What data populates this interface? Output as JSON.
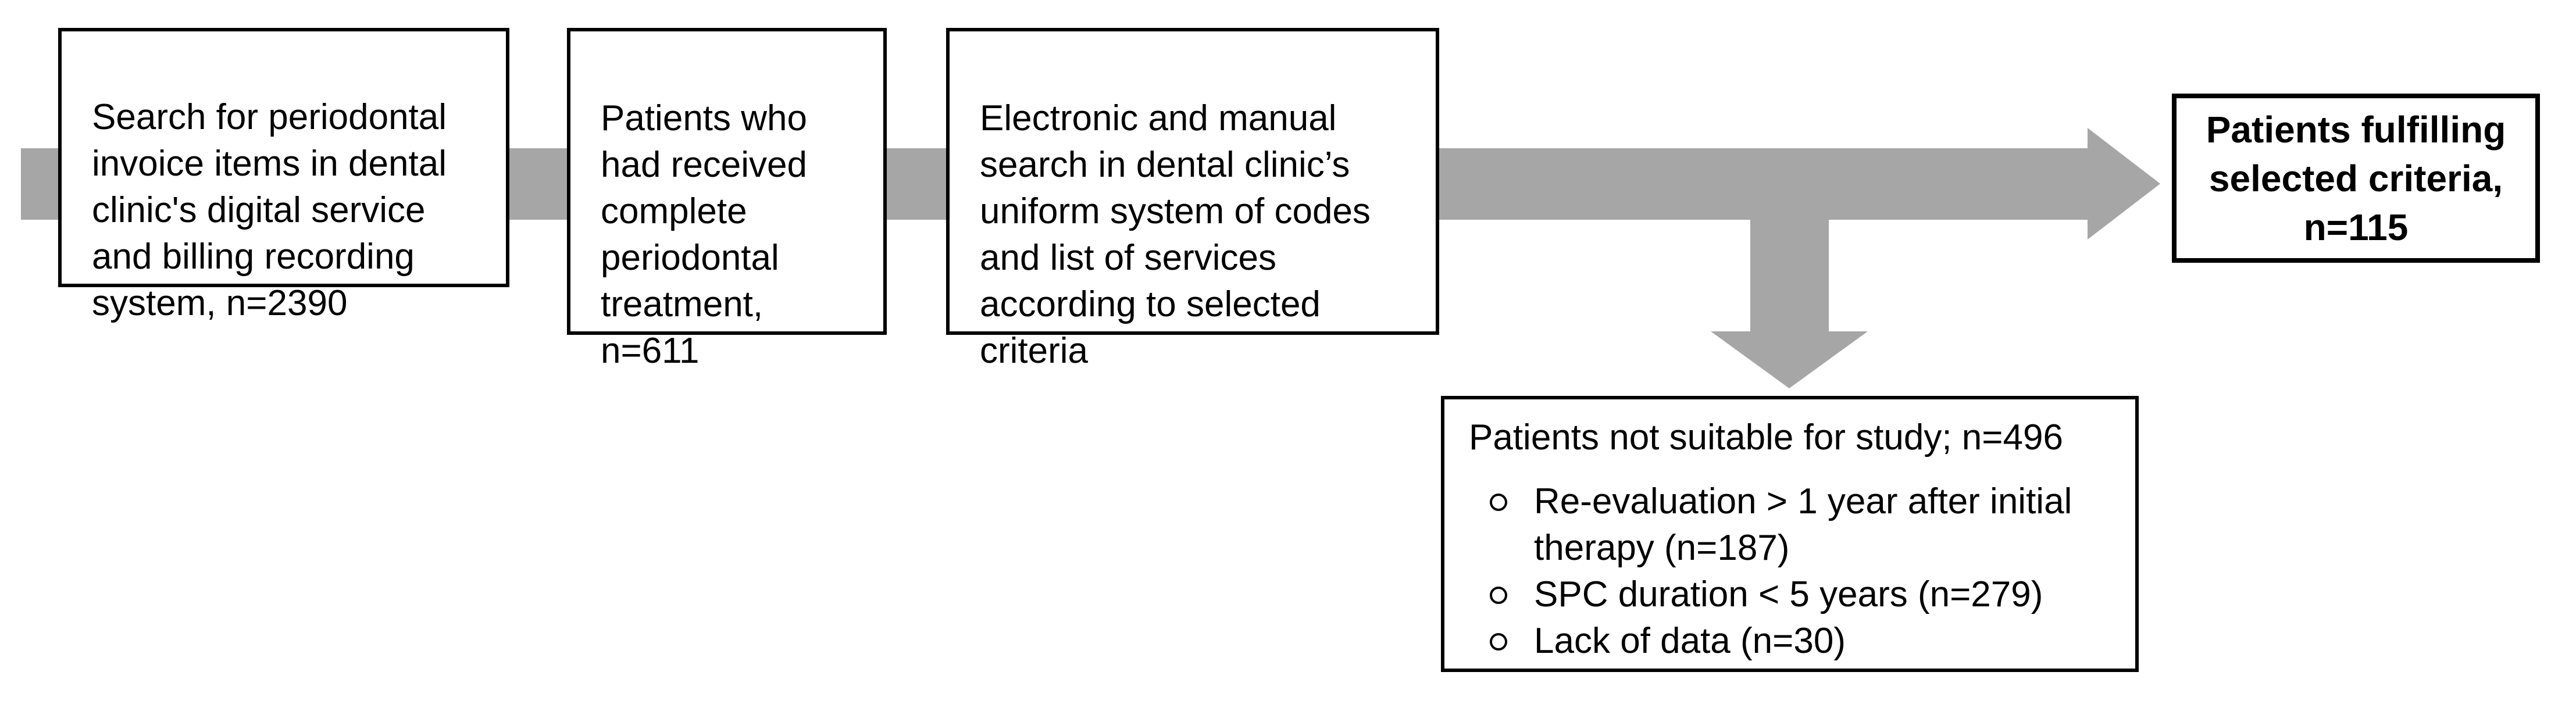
{
  "figure": {
    "type": "flowchart",
    "description": "Patient selection flow diagram"
  },
  "colors": {
    "arrow_gray": "#a6a6a6",
    "box_border": "#000000",
    "background": "#ffffff",
    "text": "#000000"
  },
  "flowchart": {
    "boxes": {
      "search_system": {
        "text": "Search for periodontal\ninvoice items in dental\nclinic's digital service\nand billing recording\nsystem, n=2390",
        "n": 2390
      },
      "complete_treatment": {
        "text": "Patients who\nhad received\ncomplete\nperiodontal\ntreatment,\nn=611",
        "n": 611
      },
      "electronic_manual_search": {
        "text": "Electronic and manual\nsearch in dental clinic’s\nuniform system of codes\nand list of services\naccording to selected\ncriteria"
      },
      "fulfilling_criteria": {
        "text": "Patients fulfilling\nselected criteria,\nn=115",
        "n": 115
      },
      "not_suitable": {
        "header": "Patients not suitable for study; n=496",
        "n": 496,
        "items": [
          "Re-evaluation > 1 year after initial\ntherapy (n=187)",
          "SPC duration < 5 years (n=279)",
          "Lack of data (n=30)"
        ]
      }
    },
    "arrows": [
      {
        "name": "horizontal-flow-arrow",
        "direction": "right"
      },
      {
        "name": "down-flow-arrow",
        "direction": "down"
      }
    ]
  }
}
